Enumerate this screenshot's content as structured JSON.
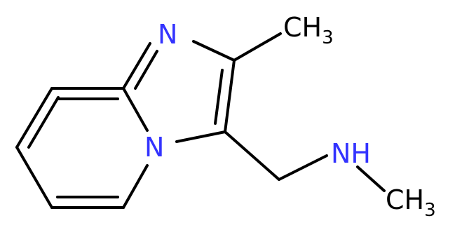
{
  "molecule": {
    "atoms": {
      "n_imine": {
        "symbol": "N"
      },
      "n_bridge": {
        "symbol": "N"
      },
      "nh_amine": {
        "symbol": "NH"
      },
      "ch3_ring": {
        "symbol": "CH",
        "subscript": "3"
      },
      "ch3_amine": {
        "symbol": "CH",
        "subscript": "3"
      }
    },
    "colors": {
      "nitrogen": "#3333ff",
      "carbon": "#000000",
      "bond": "#000000"
    }
  }
}
